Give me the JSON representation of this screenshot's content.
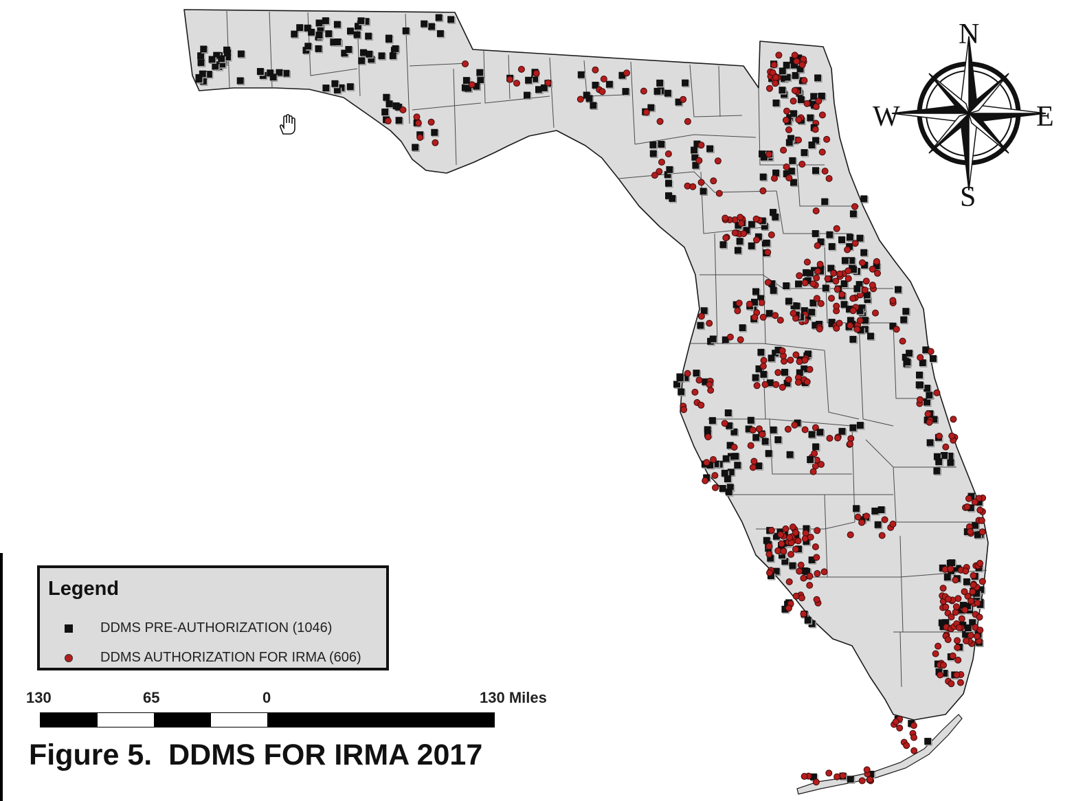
{
  "legend": {
    "title": "Legend",
    "items": [
      {
        "label": "DDMS PRE-AUTHORIZATION (1046)",
        "symbol": "black-square",
        "color": "#111111"
      },
      {
        "label": "DDMS AUTHORIZATION FOR IRMA (606)",
        "symbol": "red-dot",
        "color": "#b51c1c"
      }
    ]
  },
  "scale": {
    "labels": [
      "130",
      "65",
      "0",
      "130 Miles"
    ]
  },
  "compass": {
    "north": "N",
    "south": "S",
    "east": "E",
    "west": "W"
  },
  "figure_title": "Figure 5.  DDMS FOR IRMA 2017",
  "colors": {
    "land": "#dcdcdc",
    "outline": "#1a1a1a",
    "pre_authorization": "#111111",
    "irma_authorization": "#b51c1c"
  },
  "icons": [
    "hand-cursor-icon",
    "compass-rose-icon"
  ]
}
